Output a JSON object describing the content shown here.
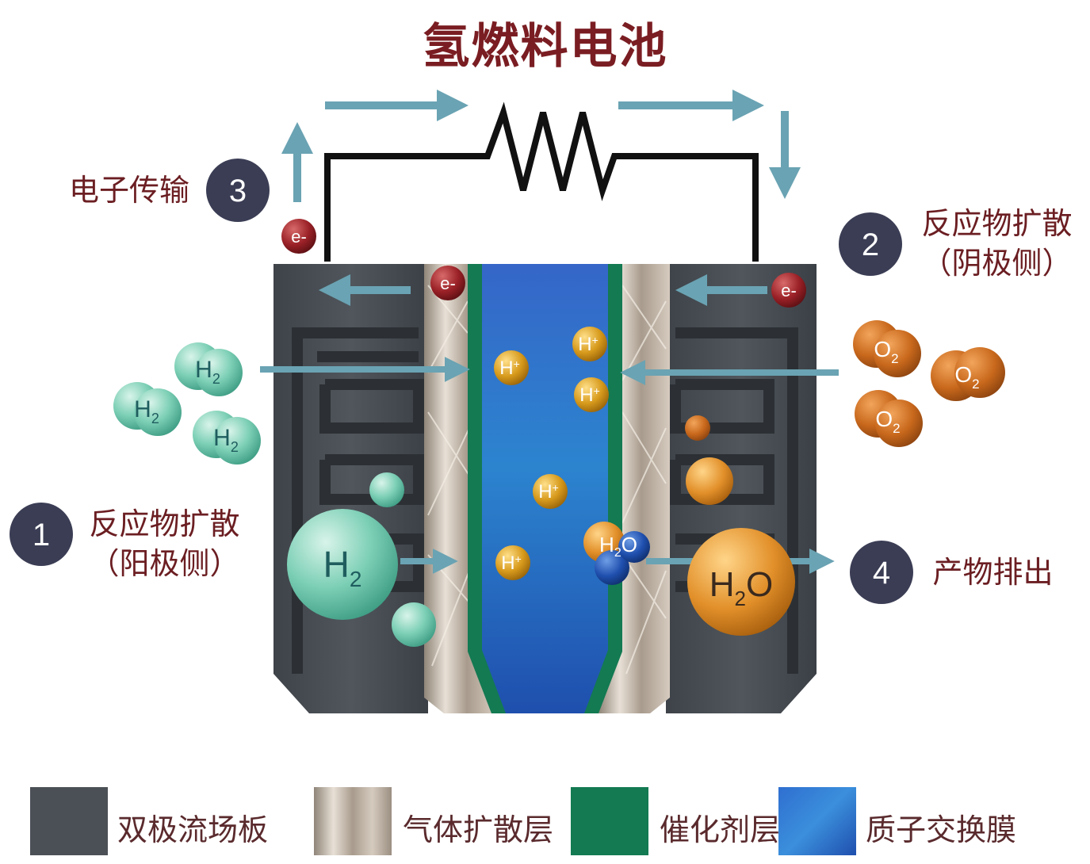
{
  "title": "氢燃料电池",
  "steps": [
    {
      "number": "1",
      "label": "反应物扩散",
      "sub": "（阳极侧）"
    },
    {
      "number": "2",
      "label": "反应物扩散",
      "sub": "（阴极侧）"
    },
    {
      "number": "3",
      "label": "电子传输"
    },
    {
      "number": "4",
      "label": "产物排出"
    }
  ],
  "particles": {
    "electron": "e-",
    "hydrogen": "H",
    "hydrogen_sub": "2",
    "oxygen": "O",
    "oxygen_sub": "2",
    "proton": "H",
    "proton_sup": "+",
    "water_h": "H",
    "water_sub": "2",
    "water_o": "O"
  },
  "legend": [
    {
      "label": "双极流场板",
      "color": "#4b5056"
    },
    {
      "label": "气体扩散层",
      "color": "#b9ab9c"
    },
    {
      "label": "催化剂层",
      "color": "#137a52"
    },
    {
      "label": "质子交换膜",
      "color": "#2f6fd0"
    }
  ]
}
